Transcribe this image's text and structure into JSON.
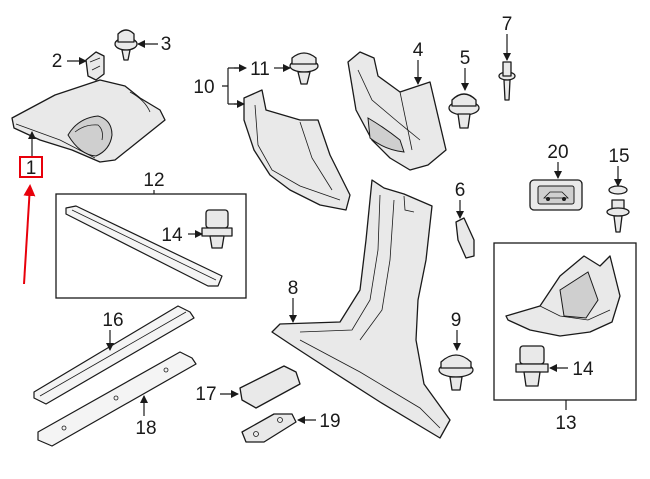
{
  "callouts": {
    "c1": "1",
    "c2": "2",
    "c3": "3",
    "c4": "4",
    "c5": "5",
    "c6": "6",
    "c7": "7",
    "c8": "8",
    "c9": "9",
    "c10": "10",
    "c11": "11",
    "c12": "12",
    "c13": "13",
    "c14a": "14",
    "c14b": "14",
    "c15": "15",
    "c16": "16",
    "c17": "17",
    "c18": "18",
    "c19": "19",
    "c20": "20"
  },
  "colors": {
    "highlight": "#e8000b",
    "line": "#1a1a1a",
    "part_fill": "#e9e9e9",
    "background": "#ffffff"
  }
}
